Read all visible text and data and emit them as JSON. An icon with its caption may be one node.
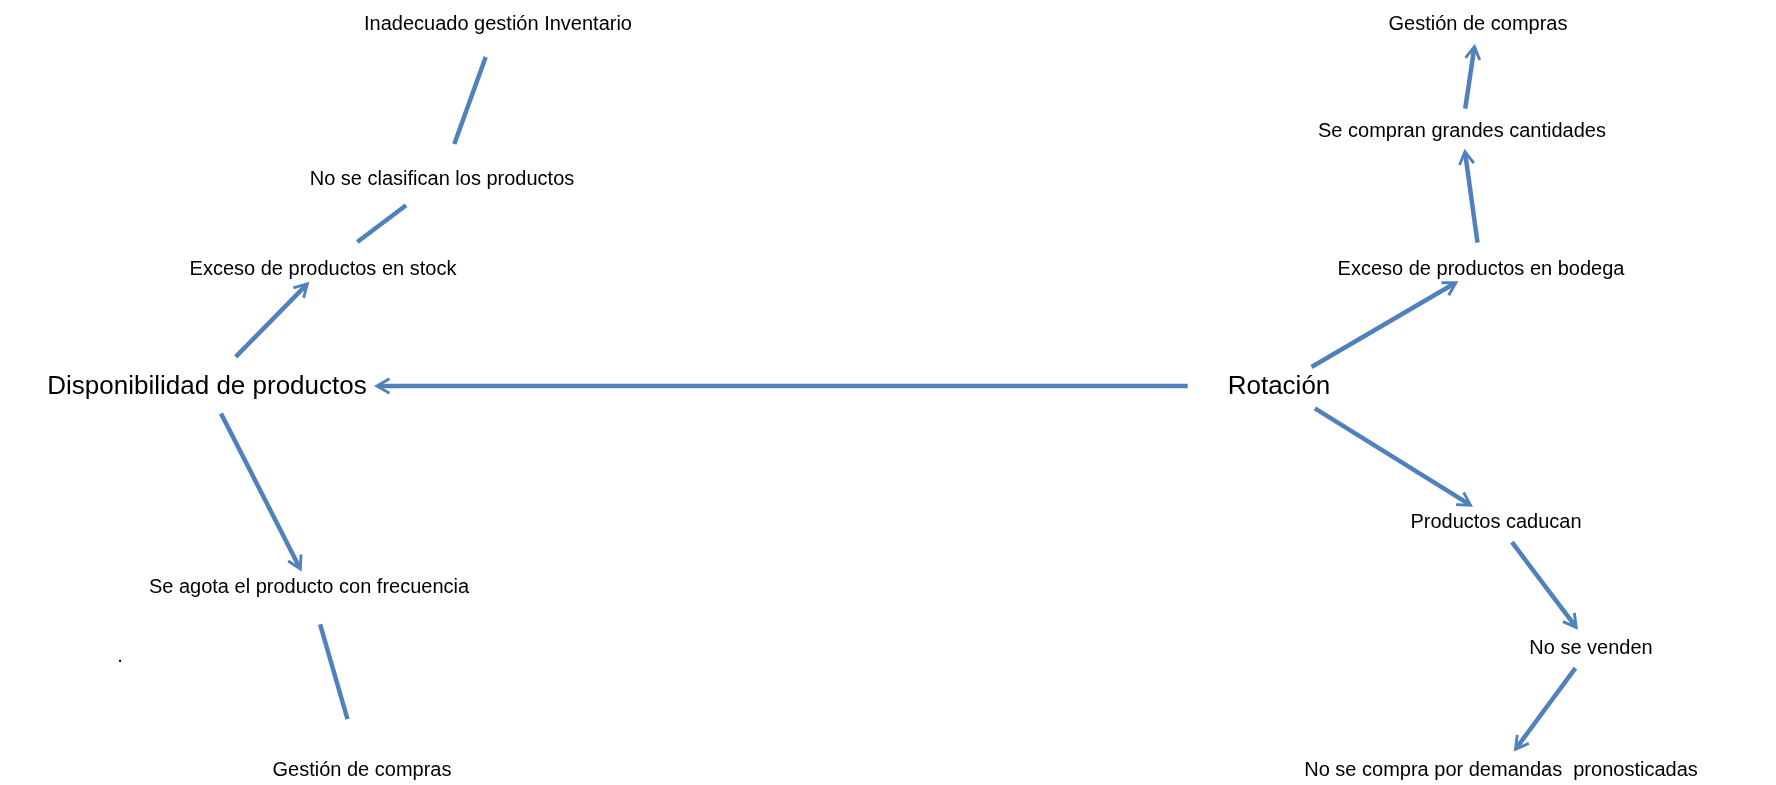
{
  "diagram": {
    "nodes": [
      {
        "text": [
          "Inadecuado gestión Inventario"
        ]
      },
      {
        "text": [
          "No se clasifican los productos"
        ]
      },
      {
        "text": [
          "Exceso de productos en stock"
        ]
      },
      {
        "text": [
          "Disponibilidad de productos"
        ]
      },
      {
        "text": [
          "Se agota el producto con frecuencia"
        ]
      },
      {
        "text": [
          "Gestión de compras"
        ]
      },
      {
        "text": [
          "Gestión de compras"
        ]
      },
      {
        "text": [
          "Se compran grandes cantidades"
        ]
      },
      {
        "text": [
          "Exceso de productos en bodega"
        ]
      },
      {
        "text": [
          "Rotación"
        ]
      },
      {
        "text": [
          "Productos caducan"
        ]
      },
      {
        "text": [
          "No se venden"
        ]
      },
      {
        "text": [
          "No se compra por demandas  pronosticadas"
        ]
      }
    ],
    "edges": [
      {
        "from": 1,
        "to": 0,
        "arrow": "none"
      },
      {
        "from": 2,
        "to": 1,
        "arrow": "none"
      },
      {
        "from": 3,
        "to": 2,
        "arrow": "to"
      },
      {
        "from": 3,
        "to": 4,
        "arrow": "to"
      },
      {
        "from": 4,
        "to": 5,
        "arrow": "none"
      },
      {
        "from": 9,
        "to": 3,
        "arrow": "to"
      },
      {
        "from": 9,
        "to": 8,
        "arrow": "to"
      },
      {
        "from": 8,
        "to": 7,
        "arrow": "to"
      },
      {
        "from": 7,
        "to": 6,
        "arrow": "to"
      },
      {
        "from": 9,
        "to": 10,
        "arrow": "to"
      },
      {
        "from": 10,
        "to": 11,
        "arrow": "to"
      },
      {
        "from": 11,
        "to": 12,
        "arrow": "to"
      }
    ],
    "labels": [
      "."
    ]
  }
}
